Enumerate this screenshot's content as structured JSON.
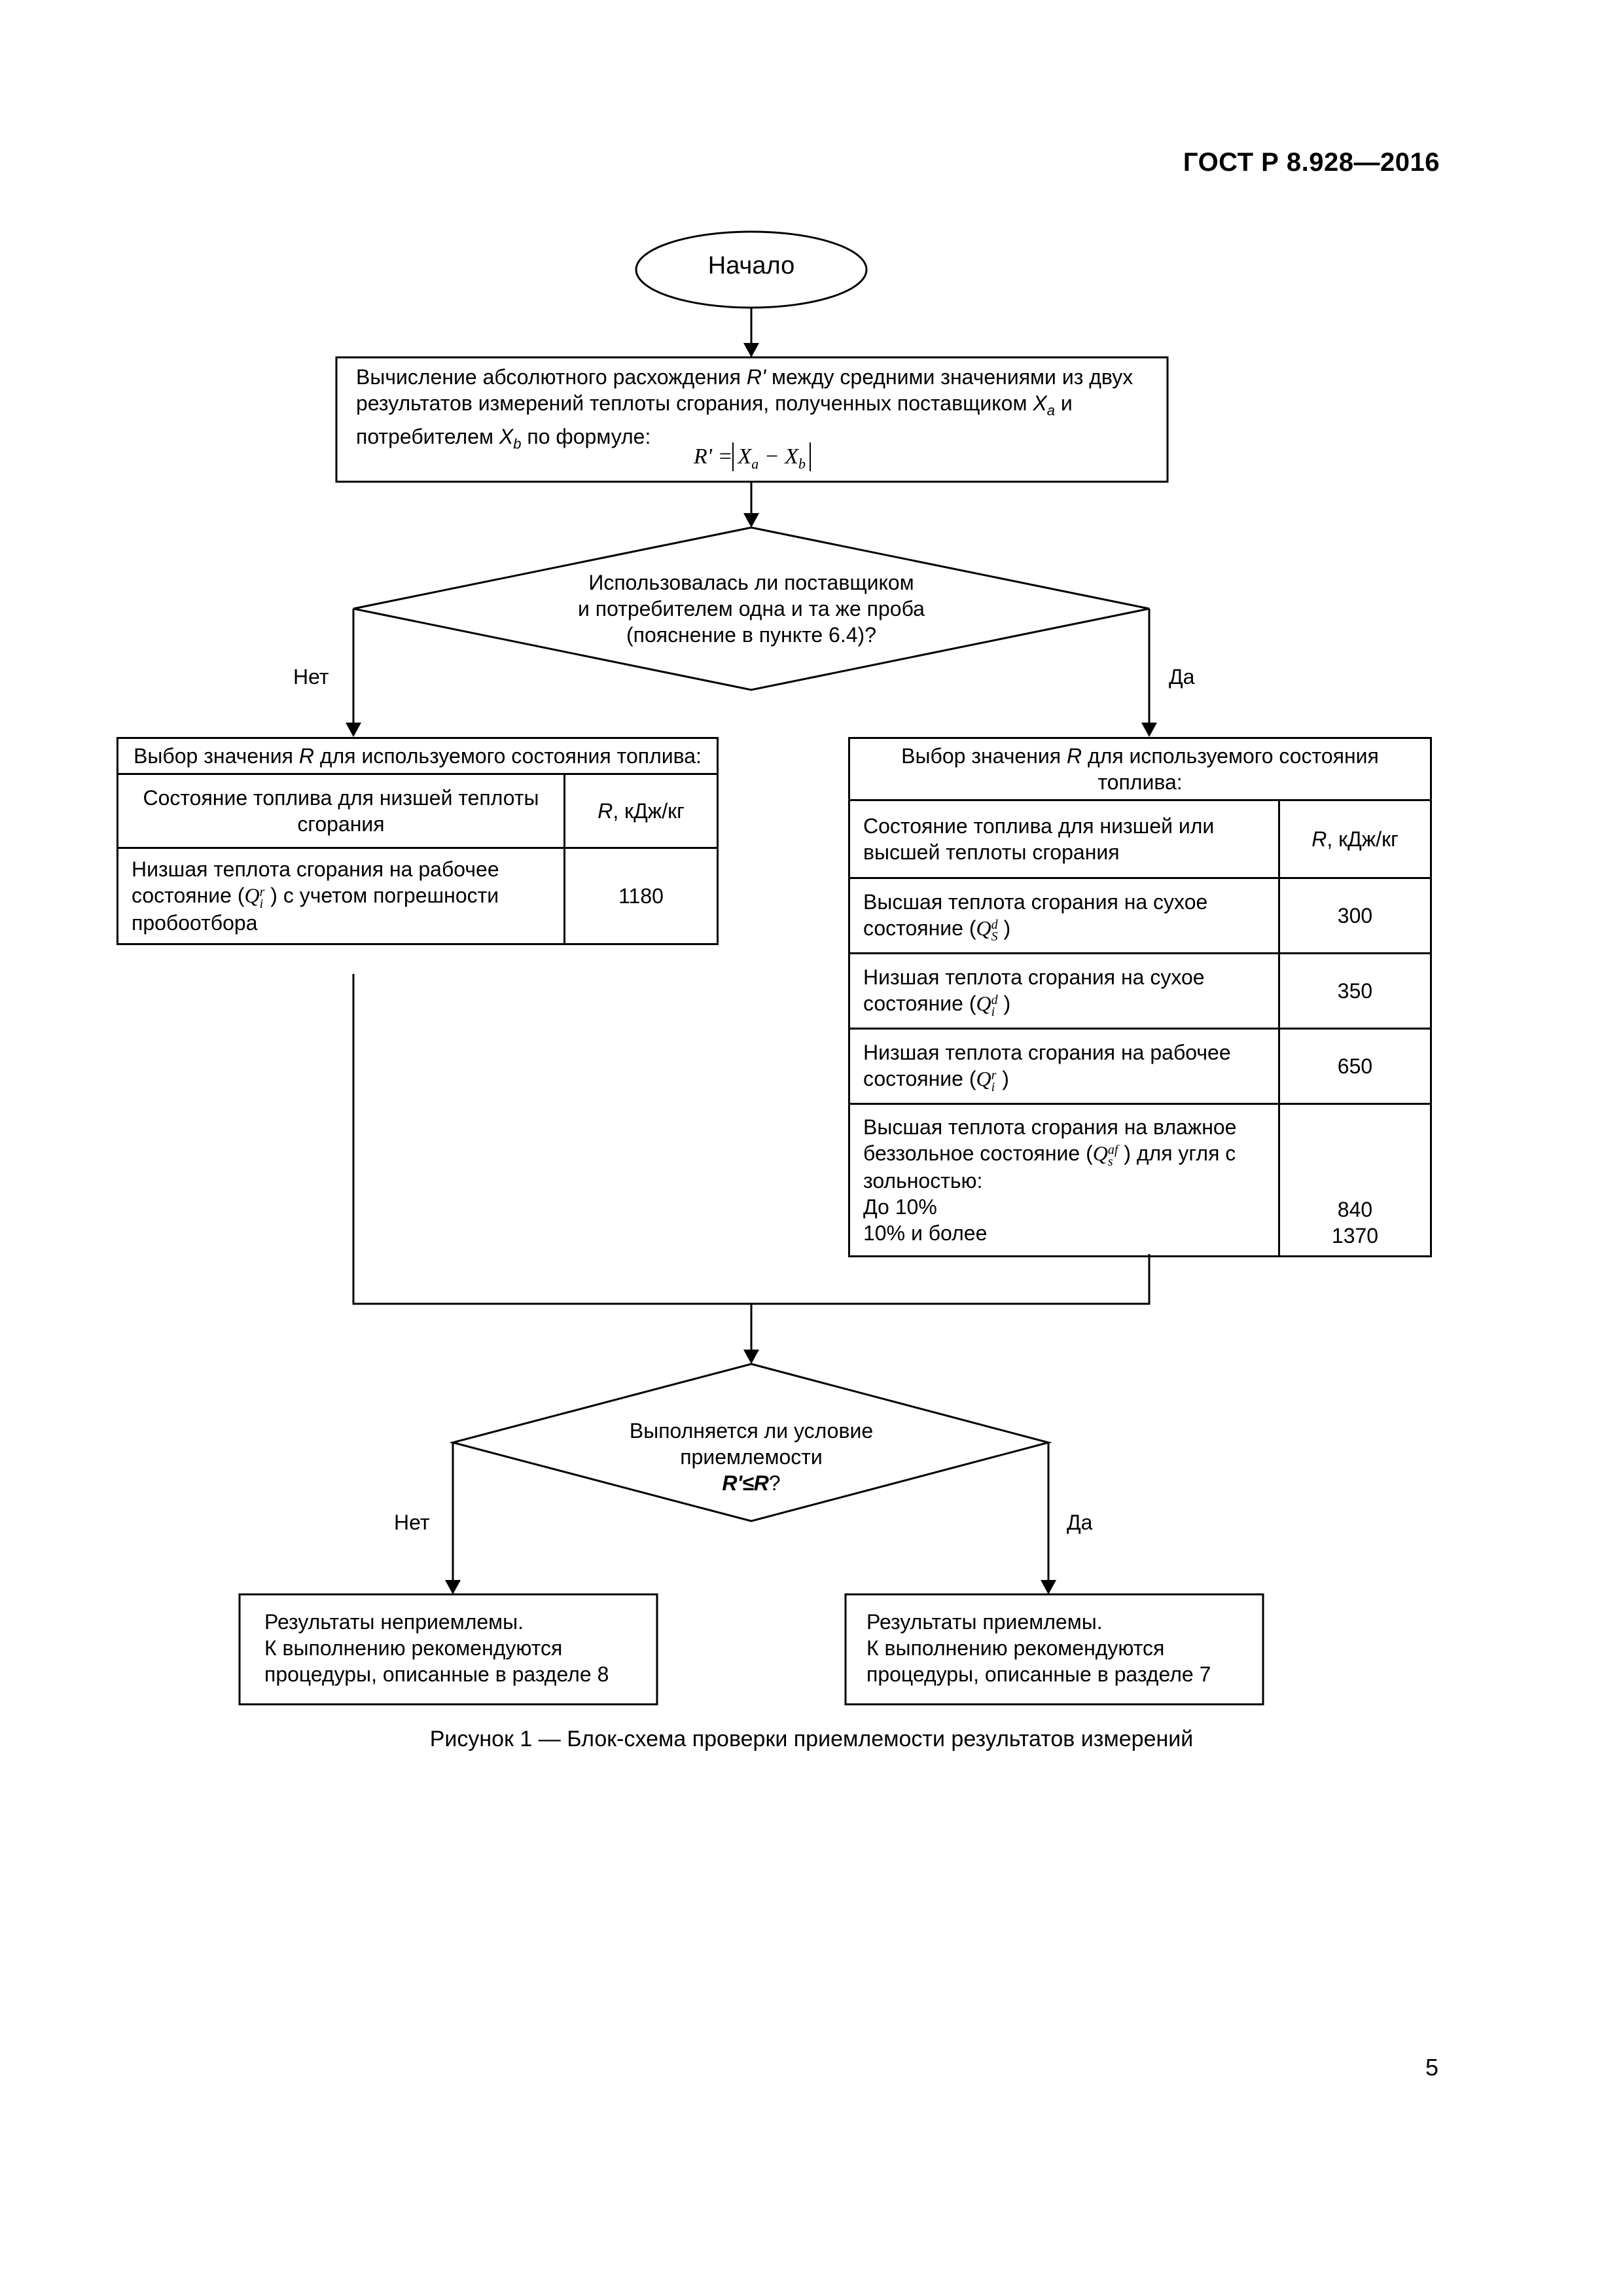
{
  "header": {
    "doc_id": "ГОСТ Р 8.928—2016"
  },
  "flow": {
    "start": "Начало",
    "step1": {
      "text_a": "Вычисление абсолютного расхождения ",
      "r_prime": "R'",
      "text_b": " между средними значениями из двух результатов измерений теплоты сгорания, полученных поставщиком ",
      "xa": "X",
      "xa_sub": "a",
      "text_c": " и потребителем ",
      "xb": "X",
      "xb_sub": "b",
      "text_d": " по формуле:",
      "formula_lhs": "R' =",
      "formula_xa": "X",
      "formula_xa_sub": "a",
      "formula_minus": " − ",
      "formula_xb": "X",
      "formula_xb_sub": "b"
    },
    "decision1": {
      "line1": "Использовалась ли поставщиком",
      "line2": "и потребителем одна и та же проба",
      "line3": "(пояснение в пункте 6.4)?",
      "no": "Нет",
      "yes": "Да"
    },
    "left_table": {
      "caption_a": "Выбор значения ",
      "caption_r": "R",
      "caption_b": " для используемого состояния топлива:",
      "col1_header": "Состояние топлива для низшей теплоты сгорания",
      "col2_header_r": "R",
      "col2_header_unit": ", кДж/кг",
      "row1_a": "Низшая теплота сгорания на рабочее состояние (",
      "row1_q": "Q",
      "row1_sup": "r",
      "row1_sub": "i",
      "row1_b": " ) с учетом погрешности пробоотбора",
      "row1_value": "1180"
    },
    "right_table": {
      "caption_a": "Выбор значения ",
      "caption_r": "R",
      "caption_b": " для используемого состояния топлива:",
      "col1_header": "Состояние топлива для низшей или высшей теплоты сгорания",
      "col2_header_r": "R",
      "col2_header_unit": ", кДж/кг",
      "rows": [
        {
          "text": "Высшая теплота сгорания на сухое состояние (",
          "q": "Q",
          "sup": "d",
          "sub": "S",
          "tail": " )",
          "value": "300"
        },
        {
          "text": "Низшая теплота сгорания на сухое состояние (",
          "q": "Q",
          "sup": "d",
          "sub": "i",
          "tail": " )",
          "value": "350"
        },
        {
          "text": "Низшая теплота сгорания на рабочее состояние (",
          "q": "Q",
          "sup": "r",
          "sub": "i",
          "tail": " )",
          "value": "650"
        }
      ],
      "row4_a": "Высшая теплота сгорания на влажное беззольное состояние (",
      "row4_q": "Q",
      "row4_sup": "af",
      "row4_sub": "s",
      "row4_b": " ) для угля с зольностью:",
      "row4_sub1": "До 10%",
      "row4_sub2": "10% и более",
      "row4_val1": "840",
      "row4_val2": "1370"
    },
    "decision2": {
      "line1": "Выполняется ли условие",
      "line2": "приемлемости",
      "cond": "R'≤R",
      "qmark": "?",
      "no": "Нет",
      "yes": "Да"
    },
    "result_bad": {
      "line1": "Результаты неприемлемы.",
      "line2": "К выполнению рекомендуются",
      "line3": "процедуры, описанные в разделе 8"
    },
    "result_good": {
      "line1": "Результаты приемлемы.",
      "line2": "К выполнению рекомендуются",
      "line3": "процедуры, описанные в разделе 7"
    }
  },
  "caption": "Рисунок 1 — Блок-схема проверки приемлемости результатов измерений",
  "page_number": "5"
}
